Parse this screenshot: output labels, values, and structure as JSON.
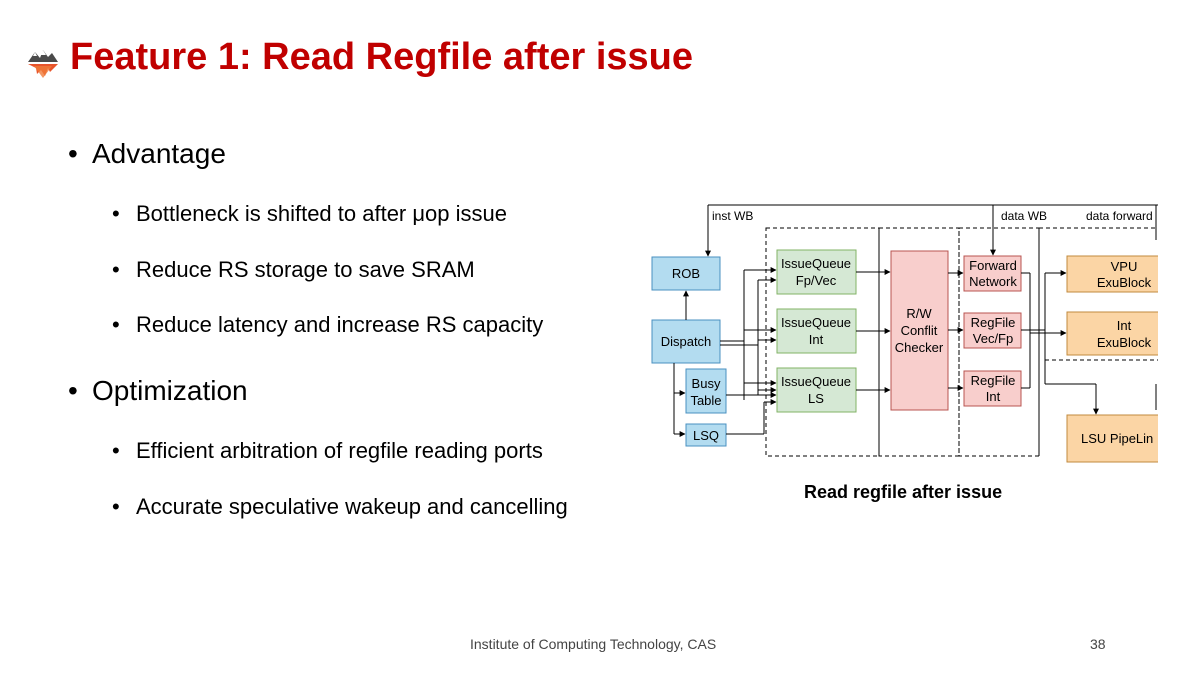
{
  "slide": {
    "title": "Feature 1: Read Regfile after issue",
    "footer": "Institute of Computing Technology, CAS",
    "page_number": "38"
  },
  "bullets": [
    {
      "text": "Advantage",
      "sub": [
        "Bottleneck is shifted to after μop issue",
        "Reduce RS storage to save SRAM",
        "Reduce latency and increase RS capacity"
      ]
    },
    {
      "text": "Optimization",
      "sub": [
        "Efficient arbitration of regfile reading ports",
        "Accurate speculative wakeup and cancelling"
      ]
    }
  ],
  "diagram": {
    "caption": "Read regfile after issue",
    "labels": {
      "inst_wb": "inst WB",
      "data_wb": "data WB",
      "data_forward": "data forward"
    },
    "blocks": {
      "rob": "ROB",
      "dispatch": "Dispatch",
      "busy_table": [
        "Busy",
        "Table"
      ],
      "lsq": "LSQ",
      "iq_fpvec": [
        "IssueQueue",
        "Fp/Vec"
      ],
      "iq_int": [
        "IssueQueue",
        "Int"
      ],
      "iq_ls": [
        "IssueQueue",
        "LS"
      ],
      "rw_checker": [
        "R/W",
        "Conflit",
        "Checker"
      ],
      "forward_network": [
        "Forward",
        "Network"
      ],
      "regfile_vecfp": [
        "RegFile",
        "Vec/Fp"
      ],
      "regfile_int": [
        "RegFile",
        "Int"
      ],
      "vpu": [
        "VPU",
        "ExuBlock"
      ],
      "int_exu": [
        "Int",
        "ExuBlock"
      ],
      "lsu": "LSU PipeLin"
    },
    "colors": {
      "blue_fill": "#b3dcf0",
      "blue_stroke": "#4a90c0",
      "green_fill": "#d5e8d4",
      "green_stroke": "#82b366",
      "red_fill": "#f8cecc",
      "red_stroke": "#b85450",
      "orange_fill": "#fbd5a5",
      "orange_stroke": "#c08a3e"
    }
  }
}
